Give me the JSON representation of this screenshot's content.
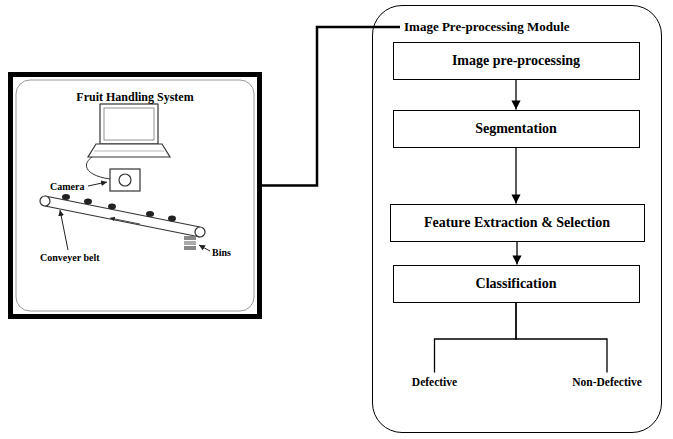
{
  "diagram": {
    "nodes": [
      {
        "text": [
          "Fruit Handling System"
        ]
      },
      {
        "text": [
          "Image Pre-processing Module"
        ]
      },
      {
        "text": [
          "Image pre-processing"
        ],
        "in": 1
      },
      {
        "text": [
          "Segmentation"
        ],
        "in": 1
      },
      {
        "text": [
          "Feature Extraction & Selection"
        ],
        "in": 1
      },
      {
        "text": [
          "Classification"
        ],
        "in": 1
      },
      {
        "text": [
          "Defective"
        ],
        "in": 1
      },
      {
        "text": [
          "Non-Defective"
        ],
        "in": 1
      }
    ],
    "edges": [
      {
        "from": 0,
        "to": 1,
        "arrow": "none"
      },
      {
        "from": 2,
        "to": 3,
        "arrow": "to"
      },
      {
        "from": 3,
        "to": 4,
        "arrow": "to"
      },
      {
        "from": 4,
        "to": 5,
        "arrow": "to"
      },
      {
        "from": 5,
        "to": 6,
        "arrow": "none"
      },
      {
        "from": 5,
        "to": 7,
        "arrow": "none"
      }
    ],
    "labels": [
      "Camera",
      "Conveyer belt",
      "Bins"
    ]
  }
}
